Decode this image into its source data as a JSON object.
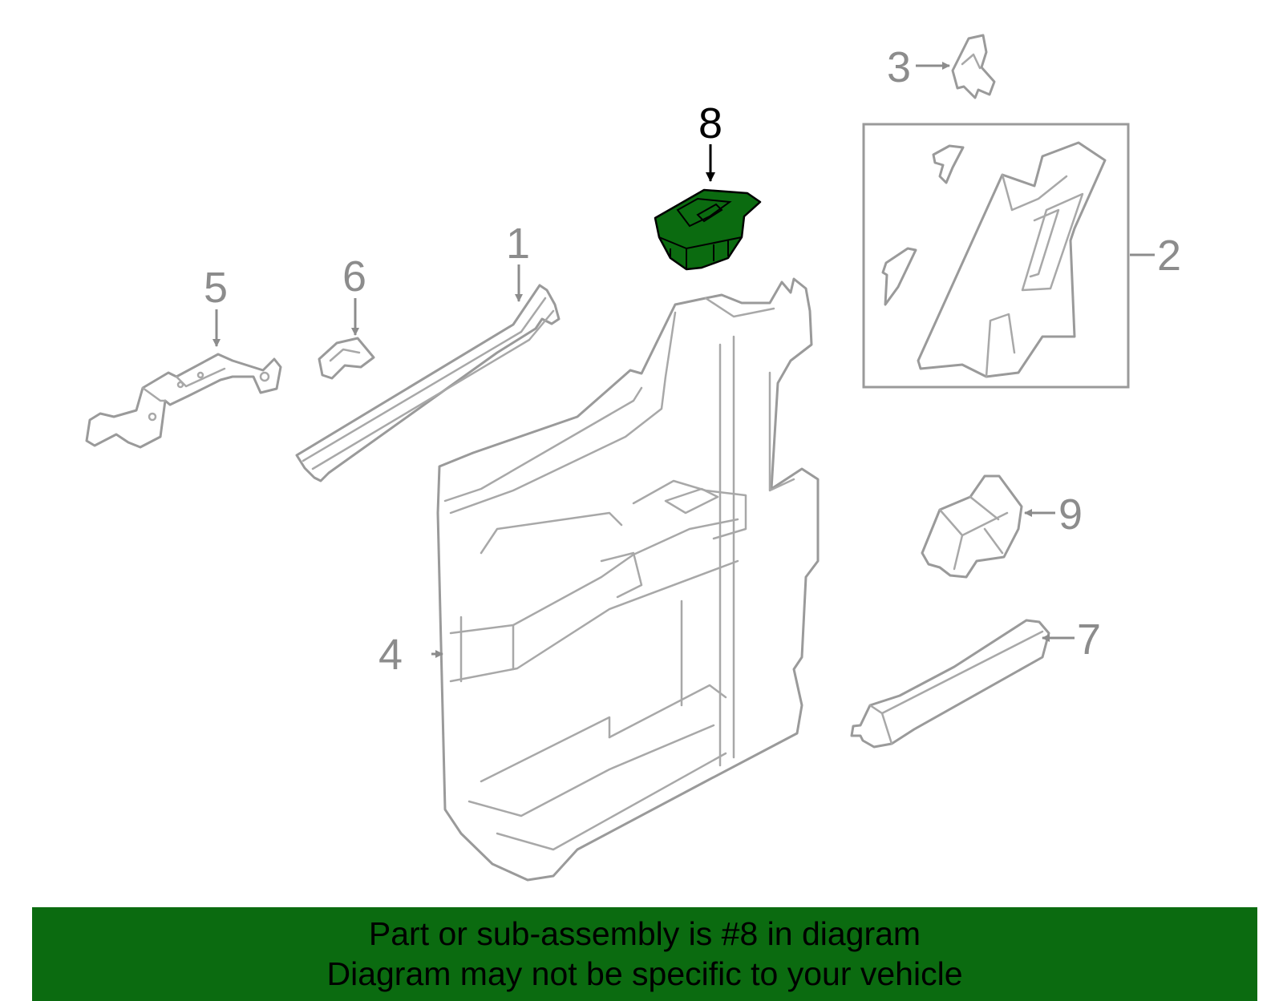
{
  "diagram": {
    "callouts": [
      "1",
      "2",
      "3",
      "4",
      "5",
      "6",
      "7",
      "8",
      "9"
    ],
    "highlight_callout": "8",
    "highlight_color": "#0b6b10"
  },
  "banner": {
    "line1": "Part or sub-assembly is #8 in diagram",
    "line2": "Diagram may not be specific to your vehicle",
    "background": "#0b6b10"
  }
}
